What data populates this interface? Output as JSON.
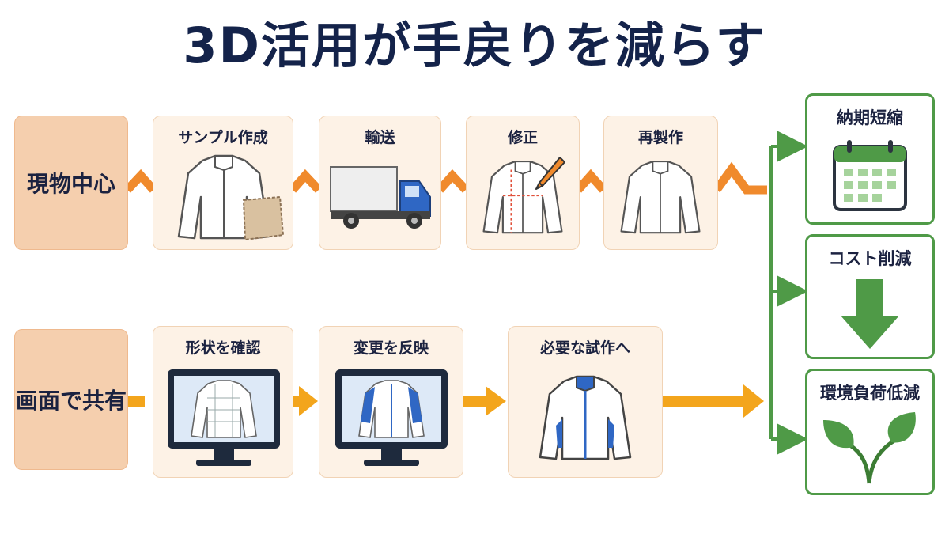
{
  "title": "3D活用が手戻りを減らす",
  "top_row": {
    "label": "現物中心",
    "steps": [
      "サンプル作成",
      "輸送",
      "修正",
      "再製作"
    ]
  },
  "bottom_row": {
    "label": "画面で共有",
    "steps": [
      "形状を確認",
      "変更を反映",
      "必要な試作へ"
    ]
  },
  "outcomes": [
    "納期短縮",
    "コスト削減",
    "環境負荷低減"
  ],
  "colors": {
    "title": "#14234a",
    "label_fill": "#f5cfae",
    "step_fill": "#fdf2e6",
    "zigzag_arrow": "#f08a2c",
    "straight_arrow": "#f3a51c",
    "outcome_green": "#4f9a47"
  },
  "icons": [
    "jacket-icon",
    "fabric-swatch-icon",
    "truck-icon",
    "pencil-icon",
    "monitor-icon",
    "calendar-icon",
    "down-arrow-icon",
    "leaf-icon"
  ]
}
